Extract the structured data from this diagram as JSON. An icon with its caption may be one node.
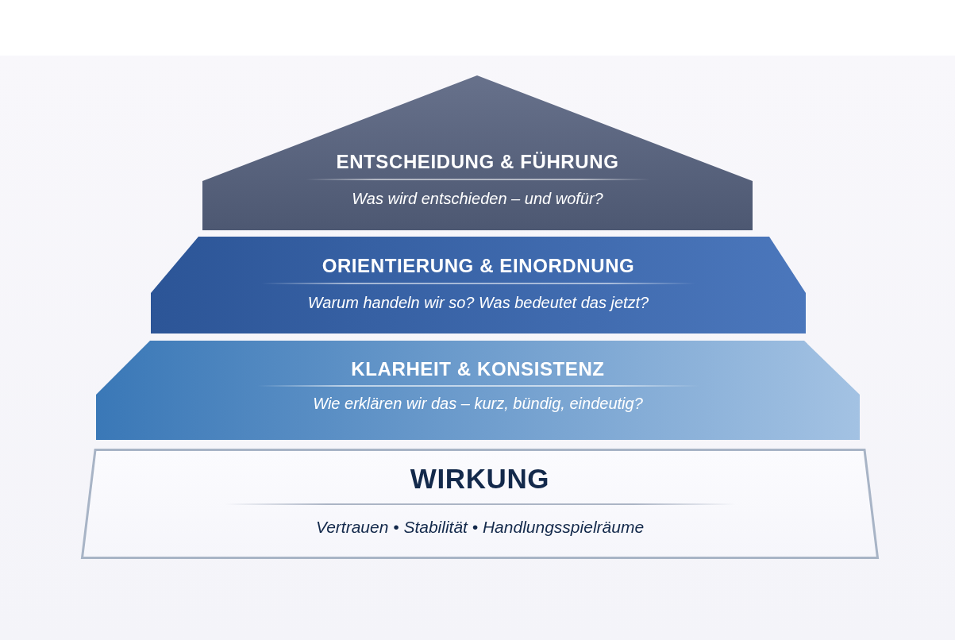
{
  "diagram": {
    "nodes": [
      {
        "text": [
          "ENTSCHEIDUNG & FÜHRUNG",
          "Was wird entschieden – und wofür?"
        ]
      },
      {
        "text": [
          "ORIENTIERUNG & EINORDNUNG",
          "Warum handeln wir so? Was bedeutet das jetzt?"
        ]
      },
      {
        "text": [
          "KLARHEIT & KONSISTENZ",
          "Wie erklären wir das – kurz, bündig, eindeutig?"
        ]
      },
      {
        "text": [
          "WIRKUNG",
          "Vertrauen • Stabilität • Handlungsspielräume"
        ]
      }
    ]
  }
}
